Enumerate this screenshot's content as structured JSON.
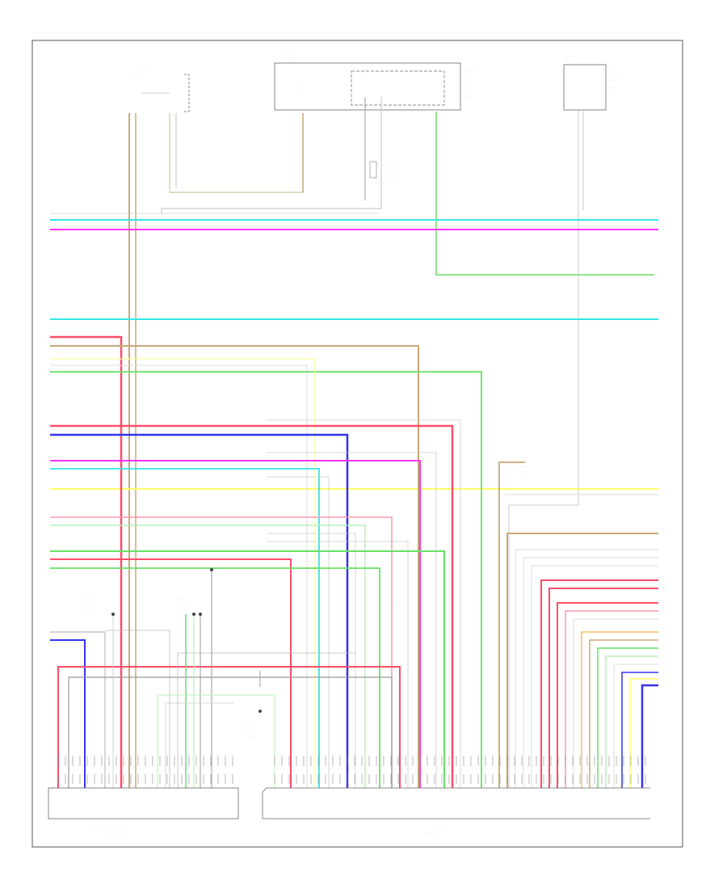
{
  "page_number": "",
  "palette": {
    "border": "#555555",
    "component": "#666666",
    "wire_gray": "#bdbdbd",
    "wire_cyan": "#33e6e6",
    "wire_magenta": "#ff33ff",
    "wire_green": "#66e066",
    "wire_red": "#ff4d6a",
    "wire_blue": "#3333ee",
    "wire_yellow": "#ffff66",
    "wire_tan": "#c8a878",
    "wire_pink": "#ff99aa",
    "wire_orange": "#ffbb66",
    "wire_lightgreen": "#b8f0b8",
    "wire_violet": "#b366ff"
  },
  "components": [
    {
      "id": "top-left-sensor",
      "label": ""
    },
    {
      "id": "top-center-module",
      "label": ""
    },
    {
      "id": "top-right-module",
      "label": ""
    },
    {
      "id": "bottom-left-control-unit",
      "label": ""
    },
    {
      "id": "bottom-right-junction-unit",
      "label": ""
    }
  ]
}
